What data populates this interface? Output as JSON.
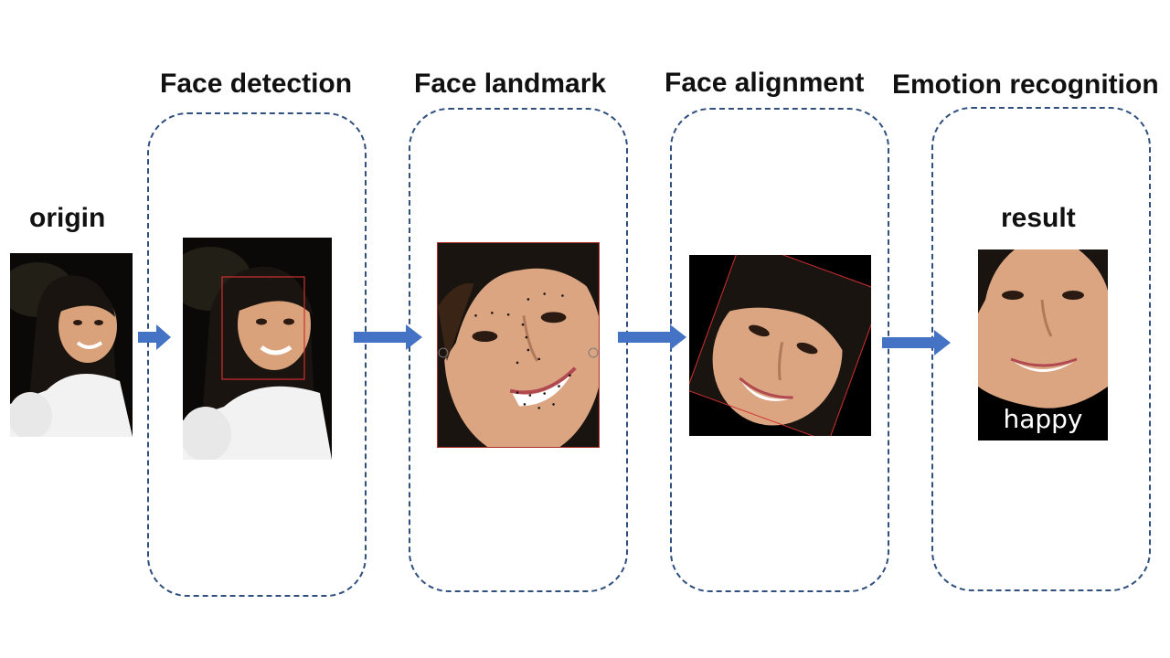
{
  "labels": {
    "origin": "origin",
    "result": "result",
    "emotion_text": "happy"
  },
  "stages": [
    {
      "title": "Face detection"
    },
    {
      "title": "Face landmark"
    },
    {
      "title": "Face alignment"
    },
    {
      "title": "Emotion recognition"
    }
  ],
  "colors": {
    "dashed_border": "#2f4f7f",
    "arrow": "#4472c4",
    "detection_box": "#d03030",
    "photo_background": "#000000",
    "skin": "#d9a27a",
    "hair": "#1a1410",
    "sweater": "#f2f2f2"
  }
}
